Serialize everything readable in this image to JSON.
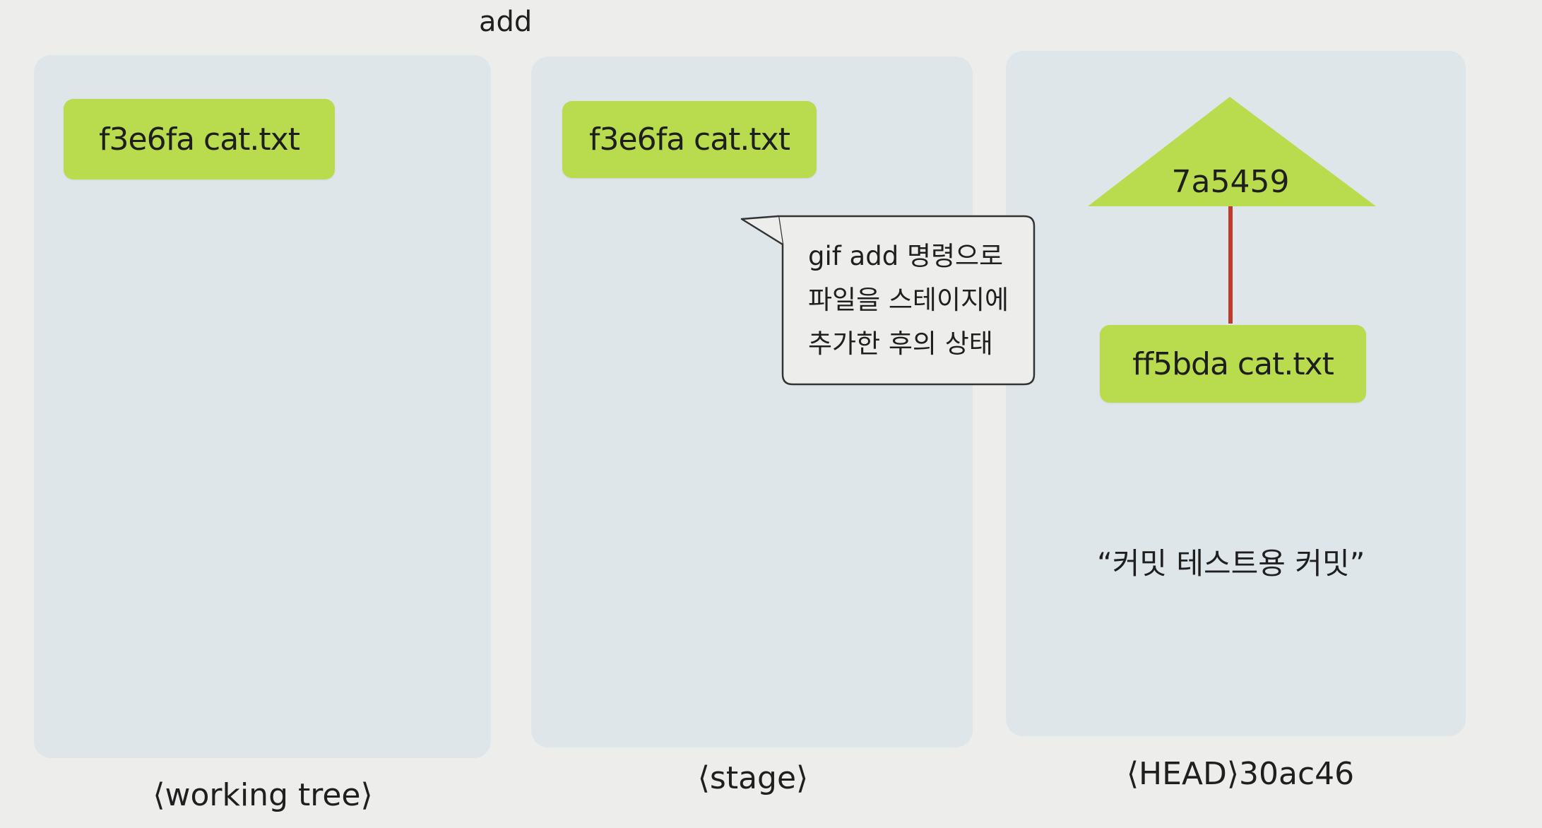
{
  "top_label": "add",
  "panels": {
    "working_tree": {
      "file": "f3e6fa cat.txt",
      "caption": "⟨working tree⟩"
    },
    "stage": {
      "file": "f3e6fa cat.txt",
      "caption": "⟨stage⟩"
    },
    "head": {
      "tree_hash": "7a5459",
      "file": "ff5bda cat.txt",
      "commit_message": "“커밋 테스트용 커밋”",
      "caption": "⟨HEAD⟩30ac46"
    }
  },
  "callout": {
    "lines": [
      "gif add 명령으로",
      "파일을 스테이지에",
      "추가한 후의 상태"
    ]
  },
  "colors": {
    "background": "#ededec",
    "panel": "#dfe6ea",
    "node": "#b9dc4e",
    "connector": "#c0392b"
  }
}
